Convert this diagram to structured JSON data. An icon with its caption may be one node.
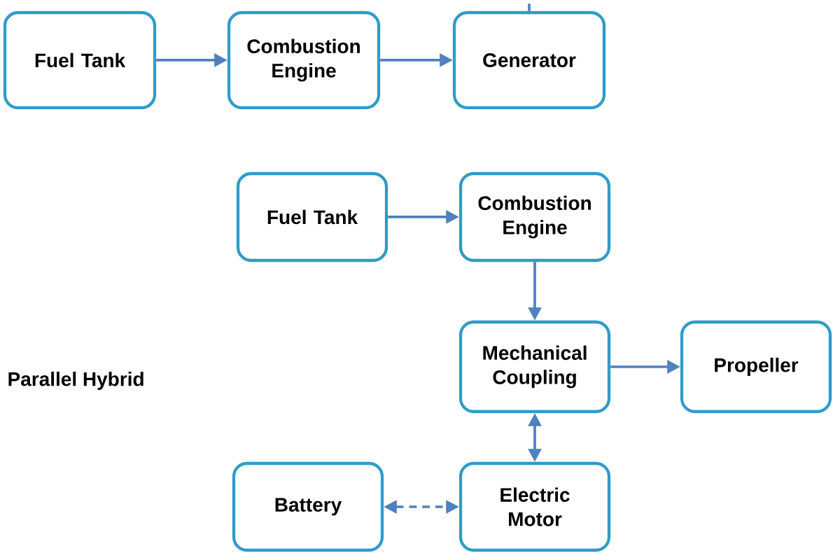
{
  "diagram": {
    "nodes": [
      {
        "text": [
          "Fuel Tank"
        ]
      },
      {
        "text": [
          "Combustion Engine"
        ]
      },
      {
        "text": [
          "Generator"
        ]
      },
      {
        "text": [
          "Fuel Tank"
        ]
      },
      {
        "text": [
          "Combustion Engine"
        ]
      },
      {
        "text": [
          "Mechanical Coupling"
        ]
      },
      {
        "text": [
          "Propeller"
        ]
      },
      {
        "text": [
          "Battery"
        ]
      },
      {
        "text": [
          "Electric Motor"
        ]
      }
    ],
    "edges": [
      {
        "from": 0,
        "to": 1,
        "arrow": "to"
      },
      {
        "from": 1,
        "to": 2,
        "arrow": "to"
      },
      {
        "from": 2,
        "to": null,
        "arrow": "none",
        "style": "dashed"
      },
      {
        "from": 3,
        "to": 4,
        "arrow": "to"
      },
      {
        "from": 4,
        "to": 5,
        "arrow": "to"
      },
      {
        "from": 5,
        "to": 6,
        "arrow": "to"
      },
      {
        "from": 5,
        "to": 8,
        "arrow": "both"
      },
      {
        "from": 7,
        "to": 8,
        "arrow": "both",
        "style": "dashed"
      }
    ],
    "labels": [
      "Parallel Hybrid"
    ]
  }
}
